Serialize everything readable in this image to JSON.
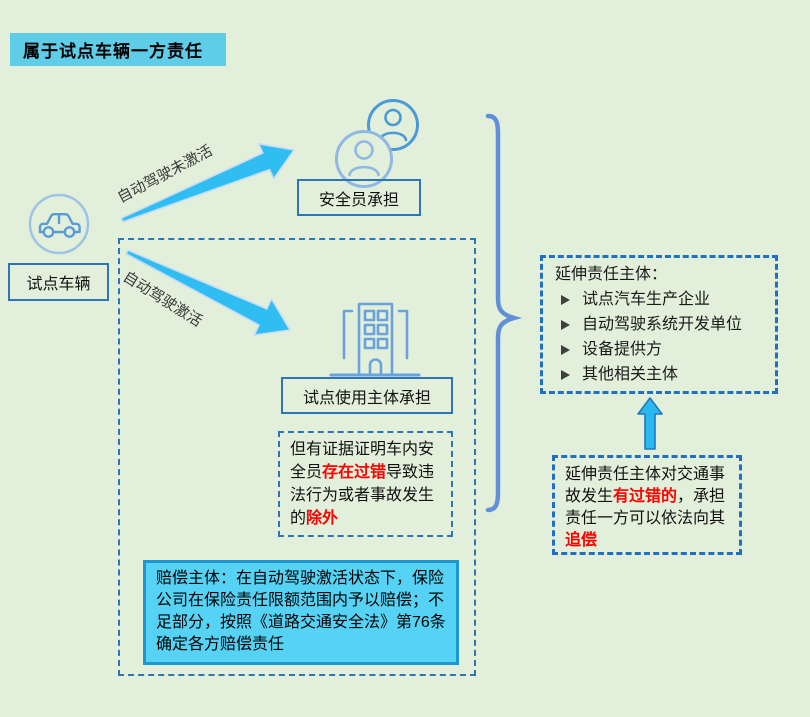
{
  "title_banner": {
    "label": "属于试点车辆一方责任"
  },
  "pilot_vehicle": {
    "label": "试点车辆"
  },
  "arrows": {
    "autopilot_inactive_label": "自动驾驶未激活",
    "autopilot_active_label": "自动驾驶激活"
  },
  "safety_officer_box": {
    "label": "安全员承担"
  },
  "pilot_user_box": {
    "label": "试点使用主体承担"
  },
  "exception_box": {
    "segments": [
      {
        "text": "但有证据证明车内安全员",
        "red": false
      },
      {
        "text": "存在过错",
        "red": true
      },
      {
        "text": "导致违法行为或者事故发生的",
        "red": false
      },
      {
        "text": "除外",
        "red": true
      }
    ]
  },
  "compensation_box": {
    "text": "赔偿主体：在自动驾驶激活状态下，保险公司在保险责任限额范围内予以赔偿；不足部分，按照《道路交通安全法》第76条确定各方赔偿责任"
  },
  "extended_box": {
    "title": "延伸责任主体：",
    "items": [
      "试点汽车生产企业",
      "自动驾驶系统开发单位",
      "设备提供方",
      "其他相关主体"
    ]
  },
  "recourse_box": {
    "segments": [
      {
        "text": "延伸责任主体对交通事故发生",
        "red": false
      },
      {
        "text": "有过错的",
        "red": true
      },
      {
        "text": "，承担责任一方可以依法向其",
        "red": false
      },
      {
        "text": "追偿",
        "red": true
      }
    ]
  },
  "icons": [
    "car-icon",
    "people-icon",
    "building-icon",
    "up-arrow-icon",
    "bullet-arrow-icon"
  ],
  "colors": {
    "background": "#e2efda",
    "banner_bg": "#5fcce8",
    "box_border": "#2e75b6",
    "arrow_fill": "#2fbdf2",
    "cyan_box_bg": "#55d2f4",
    "cyan_box_border": "#1e96d2",
    "brace": "#6290d8",
    "red_text": "#ff0000"
  }
}
